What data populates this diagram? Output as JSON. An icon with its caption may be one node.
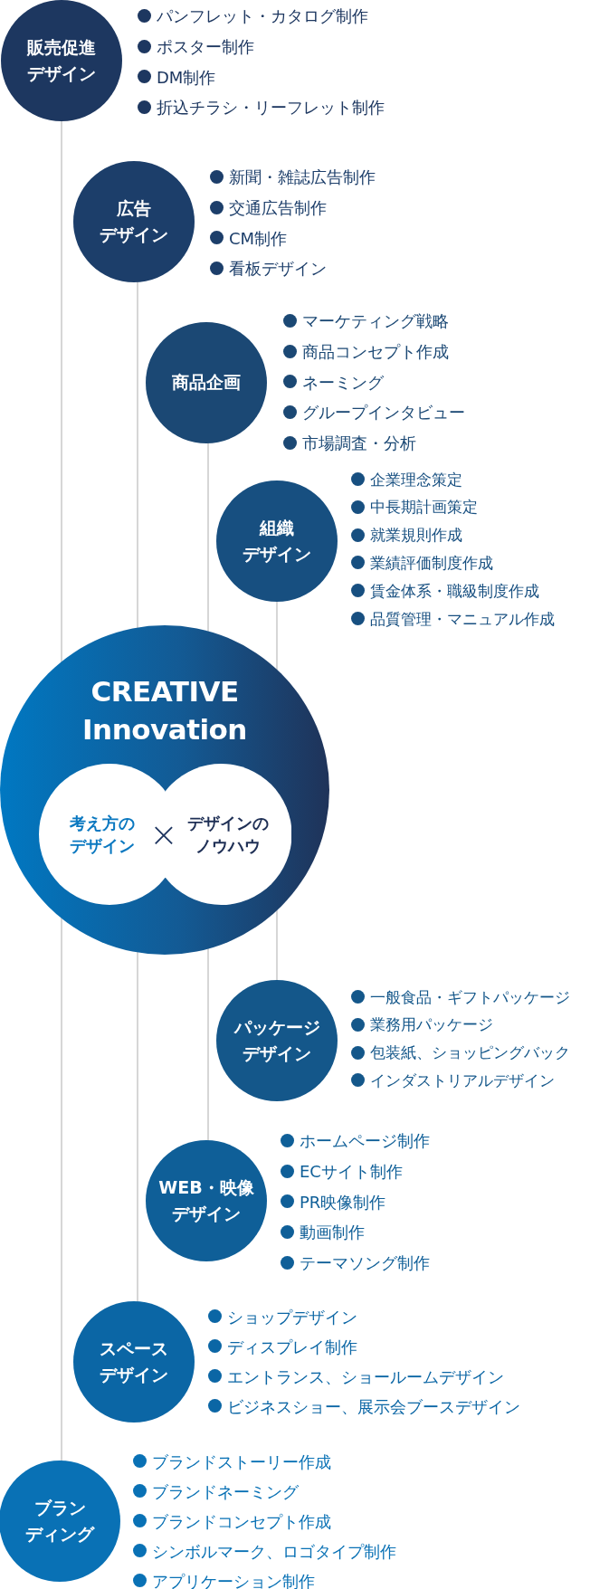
{
  "diagram": {
    "nodes": [
      {
        "text": [
          "販売促進デザイン"
        ],
        "beside": [
          "パンフレット・カタログ制作",
          "ポスター制作",
          "DM制作",
          "折込チラシ・リーフレット制作"
        ]
      },
      {
        "text": [
          "広告デザイン"
        ],
        "beside": [
          "新聞・雑誌広告制作",
          "交通広告制作",
          "CM制作",
          "看板デザイン"
        ]
      },
      {
        "text": [
          "商品企画"
        ],
        "beside": [
          "マーケティング戦略",
          "商品コンセプト作成",
          "ネーミング",
          "グループインタビュー",
          "市場調査・分析"
        ]
      },
      {
        "text": [
          "組織デザイン"
        ],
        "beside": [
          "企業理念策定",
          "中長期計画策定",
          "就業規則作成",
          "業績評価制度作成",
          "賃金体系・職級制度作成",
          "品質管理・マニュアル作成"
        ]
      },
      {
        "text": [
          "CREATIVE Innovation"
        ]
      },
      {
        "text": [
          "考え方のデザイン"
        ],
        "in": 4
      },
      {
        "text": [
          "デザインのノウハウ"
        ],
        "in": 4
      },
      {
        "text": [
          "パッケージデザイン"
        ],
        "beside": [
          "一般食品・ギフトパッケージ",
          "業務用パッケージ",
          "包装紙、ショッピングバック",
          "インダストリアルデザイン"
        ]
      },
      {
        "text": [
          "WEB・映像デザイン"
        ],
        "beside": [
          "ホームページ制作",
          "ECサイト制作",
          "PR映像制作",
          "動画制作",
          "テーマソング制作"
        ]
      },
      {
        "text": [
          "スペースデザイン"
        ],
        "beside": [
          "ショップデザイン",
          "ディスプレイ制作",
          "エントランス、ショールームデザイン",
          "ビジネスショー、展示会ブースデザイン"
        ]
      },
      {
        "text": [
          "ブランディング"
        ],
        "beside": [
          "ブランドストーリー作成",
          "ブランドネーミング",
          "ブランドコンセプト作成",
          "シンボルマーク、ロゴタイプ制作",
          "アプリケーション制作"
        ]
      }
    ],
    "edges": [
      {
        "from": 0,
        "to": 4,
        "arrow": "none"
      },
      {
        "from": 1,
        "to": 4,
        "arrow": "none"
      },
      {
        "from": 2,
        "to": 4,
        "arrow": "none"
      },
      {
        "from": 3,
        "to": 4,
        "arrow": "none"
      },
      {
        "from": 7,
        "to": 4,
        "arrow": "none"
      },
      {
        "from": 8,
        "to": 4,
        "arrow": "none"
      },
      {
        "from": 9,
        "to": 4,
        "arrow": "none"
      },
      {
        "from": 10,
        "to": 4,
        "arrow": "none"
      }
    ],
    "labels": [
      "×"
    ]
  }
}
